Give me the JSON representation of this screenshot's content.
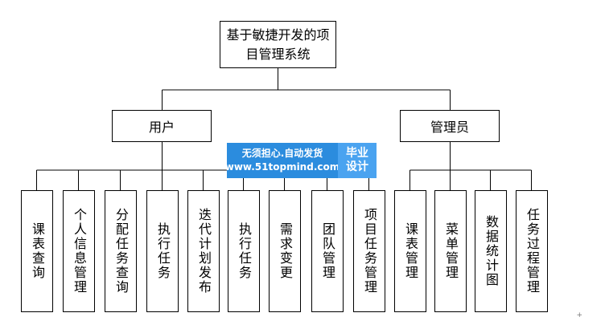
{
  "diagram": {
    "root": {
      "label": "基于敏捷开发的项目管理系统"
    },
    "branches": [
      {
        "label": "用户",
        "children": [
          "课表查询",
          "个人信息管理",
          "分配任务查询",
          "执行任务",
          "迭代计划发布",
          "执行任务",
          "需求变更",
          "团队管理",
          "项目任务管理"
        ]
      },
      {
        "label": "管理员",
        "children": [
          "课表管理",
          "菜单管理",
          "数据统计图",
          "任务过程管理"
        ]
      }
    ]
  },
  "watermark": {
    "line1": "无须担心.自动发货",
    "line2": "www.51topmind.com",
    "tag_line1": "毕业",
    "tag_line2": "设计",
    "colors": {
      "primary": "#2b8cde",
      "secondary": "#4aa3f0"
    }
  },
  "corner_mark": "+"
}
